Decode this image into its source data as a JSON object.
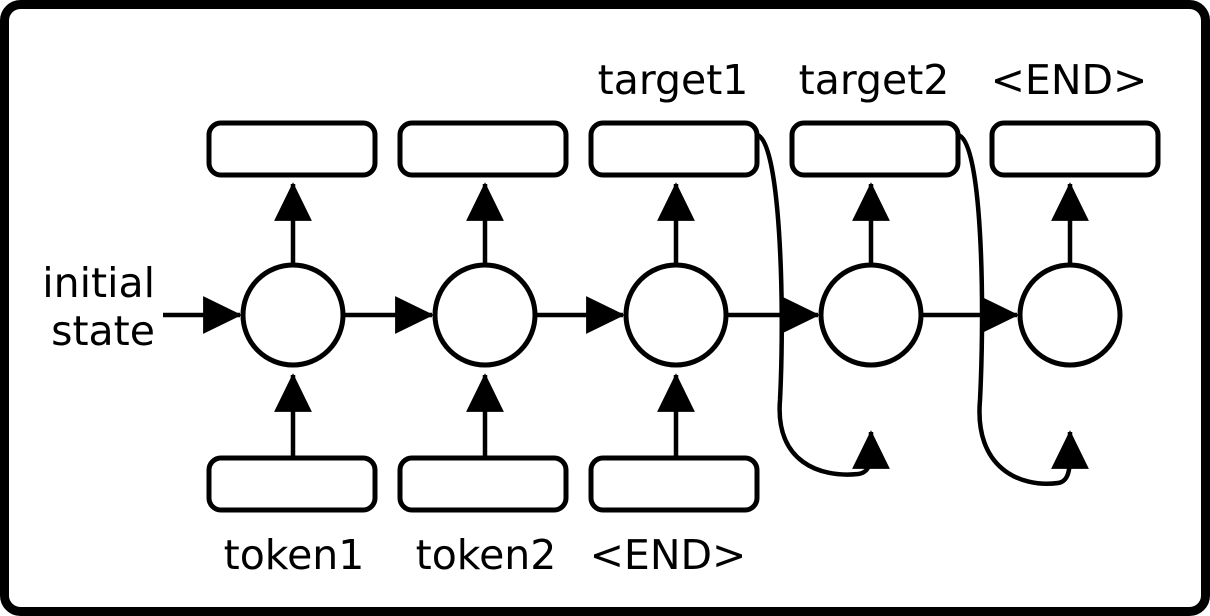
{
  "diagram": {
    "title": "seq2seq-rnn-unrolled-diagram",
    "background_color": "#ffffff",
    "frame_color": "#000000",
    "stroke_color": "#000000",
    "fill_color": "#ffffff",
    "initial_state_label": {
      "line1": "initial",
      "line2": "state"
    },
    "output_labels": [
      {
        "id": "out1",
        "text": ""
      },
      {
        "id": "out2",
        "text": ""
      },
      {
        "id": "out3",
        "text": "target1"
      },
      {
        "id": "out4",
        "text": "target2"
      },
      {
        "id": "out5",
        "text": "<END>"
      }
    ],
    "input_labels": [
      {
        "id": "in1",
        "text": "token1"
      },
      {
        "id": "in2",
        "text": "token2"
      },
      {
        "id": "in3",
        "text": "<END>"
      },
      {
        "id": "in4",
        "text": ""
      },
      {
        "id": "in5",
        "text": ""
      }
    ],
    "cells": [
      {
        "id": "cell1",
        "label": ""
      },
      {
        "id": "cell2",
        "label": ""
      },
      {
        "id": "cell3",
        "label": ""
      },
      {
        "id": "cell4",
        "label": ""
      },
      {
        "id": "cell5",
        "label": ""
      }
    ],
    "feedback_loops": [
      {
        "from": "out3",
        "to": "cell4"
      },
      {
        "from": "out4",
        "to": "cell5"
      }
    ]
  }
}
